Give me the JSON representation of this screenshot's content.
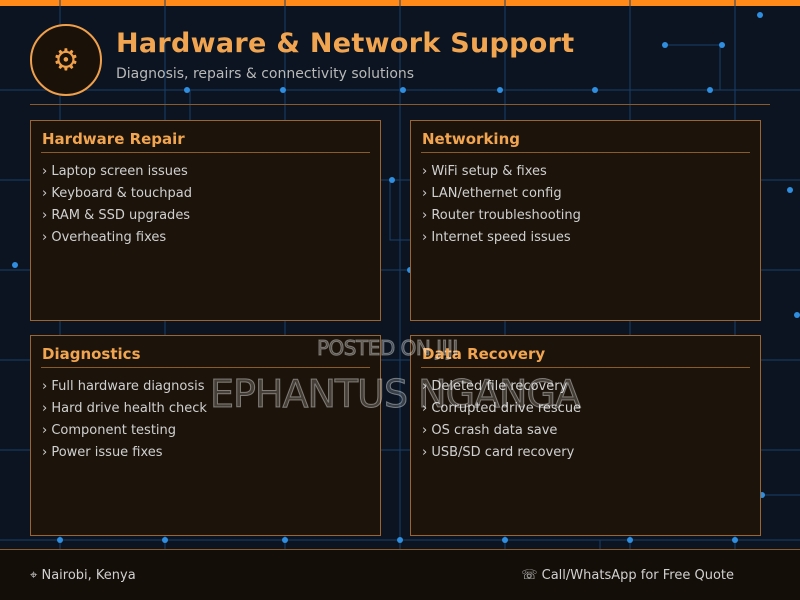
{
  "header": {
    "logo_icon": "wrench-icon",
    "logo_glyph": "⚙",
    "title": "Hardware & Network Support",
    "subtitle": "Diagnosis, repairs & connectivity solutions"
  },
  "cards": [
    {
      "title": "Hardware Repair",
      "items": [
        "Laptop screen issues",
        "Keyboard & touchpad",
        "RAM & SSD upgrades",
        "Overheating fixes"
      ]
    },
    {
      "title": "Networking",
      "items": [
        "WiFi setup & fixes",
        "LAN/ethernet config",
        "Router troubleshooting",
        "Internet speed issues"
      ]
    },
    {
      "title": "Diagnostics",
      "items": [
        "Full hardware diagnosis",
        "Hard drive health check",
        "Component testing",
        "Power issue fixes"
      ]
    },
    {
      "title": "Data Recovery",
      "items": [
        "Deleted file recovery",
        "Corrupted drive rescue",
        "OS crash data save",
        "USB/SD card recovery"
      ]
    }
  ],
  "footer": {
    "location_icon": "location-pin-icon",
    "location_glyph": "⌖",
    "location": "Nairobi, Kenya",
    "phone_icon": "phone-icon",
    "phone_glyph": "☏",
    "cta": "Call/WhatsApp for Free Quote"
  },
  "watermark": {
    "line1": "POSTED ON JIJI",
    "line2": "EPHANTUS NGANGA"
  },
  "colors": {
    "accent": "#f2a550",
    "top_bar": "#ff8a1a",
    "background": "#0b1420",
    "card_bg": "#1c140b",
    "circuit": "#1b4a7a",
    "node": "#2f8ee0"
  }
}
